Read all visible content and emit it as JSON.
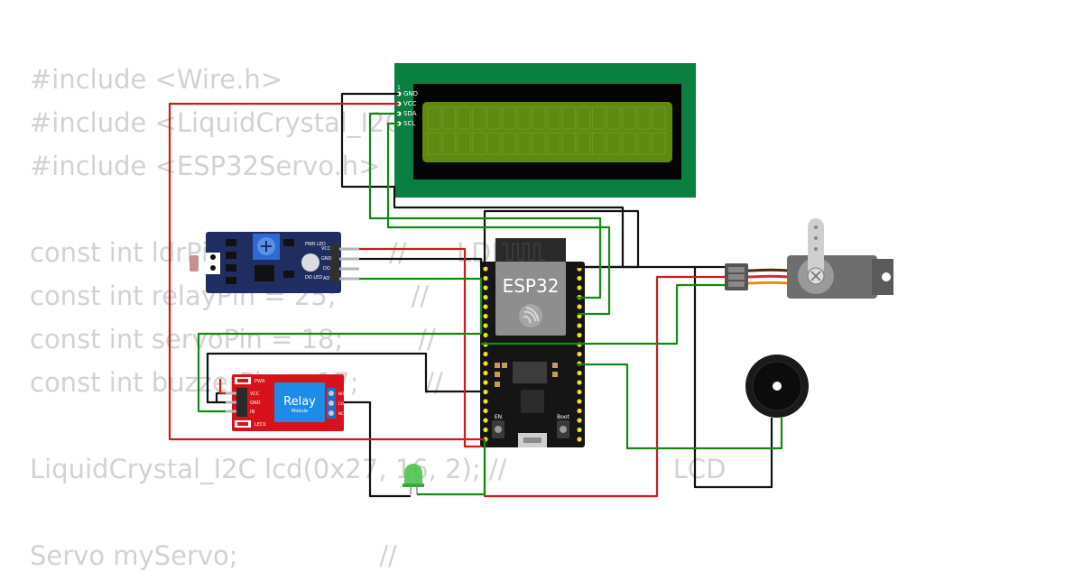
{
  "code_lines": [
    {
      "text": "#include <Wire.h>"
    },
    {
      "text": "#include <LiquidCrystal_I2C.h>"
    },
    {
      "text": "#include <ESP32Servo.h>"
    },
    {
      "text": "const int ldrPin = 34;          //      LDR"
    },
    {
      "text": "const int relayPin = 25;         //      Relay"
    },
    {
      "text": "const int servoPin = 18;         //      Servo"
    },
    {
      "text": "const int buzzerPin = 17;        //      Buzzer"
    },
    {
      "text": "LiquidCrystal_I2C lcd(0x27, 16, 2); //                    LCD"
    },
    {
      "text": "Servo myServo;                 //"
    }
  ],
  "lcd": {
    "pin_one": "1",
    "pins": [
      "GND",
      "VCC",
      "SDA",
      "SCL"
    ],
    "color": "#0b7e41"
  },
  "esp32": {
    "label": "ESP32",
    "button_en": "EN",
    "button_boot": "Boot"
  },
  "ldr_module": {
    "pins": [
      "VCC",
      "GND",
      "DO",
      "AO"
    ],
    "pwr_led": "PWR LED",
    "do_led": "DO LED"
  },
  "relay_module": {
    "title": "Relay",
    "subtitle": "Module",
    "pins": [
      "VCC",
      "GND",
      "IN"
    ],
    "pwr": "PWR",
    "led": "LED1",
    "contacts": [
      "NO",
      "COM",
      "NC"
    ]
  },
  "colors": {
    "wire_black": "#111111",
    "wire_red": "#d01a1a",
    "wire_green": "#138a13",
    "lcd_green": "#0b7e41",
    "lcd_screen": "#5f8a12",
    "ldr_blue": "#1f2d60",
    "relay_red": "#d8121a",
    "relay_blue": "#1d8ce8"
  }
}
